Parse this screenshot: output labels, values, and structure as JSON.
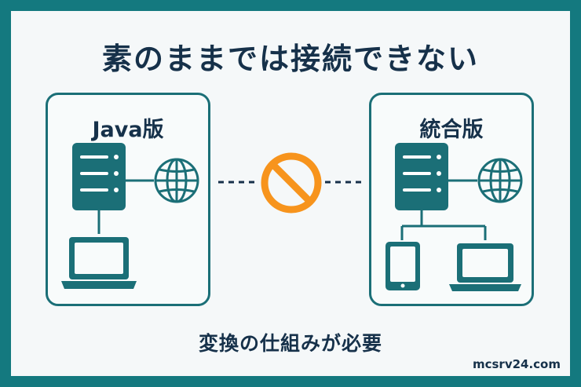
{
  "title": "素のままでは接続できない",
  "left_panel": {
    "title": "Java版"
  },
  "right_panel": {
    "title": "統合版"
  },
  "caption": "変換の仕組みが必要",
  "watermark": "mcsrv24.com",
  "colors": {
    "teal": "#1b6f77",
    "frame": "#14797f",
    "navy": "#16314a",
    "blocked": "#f7941d"
  }
}
